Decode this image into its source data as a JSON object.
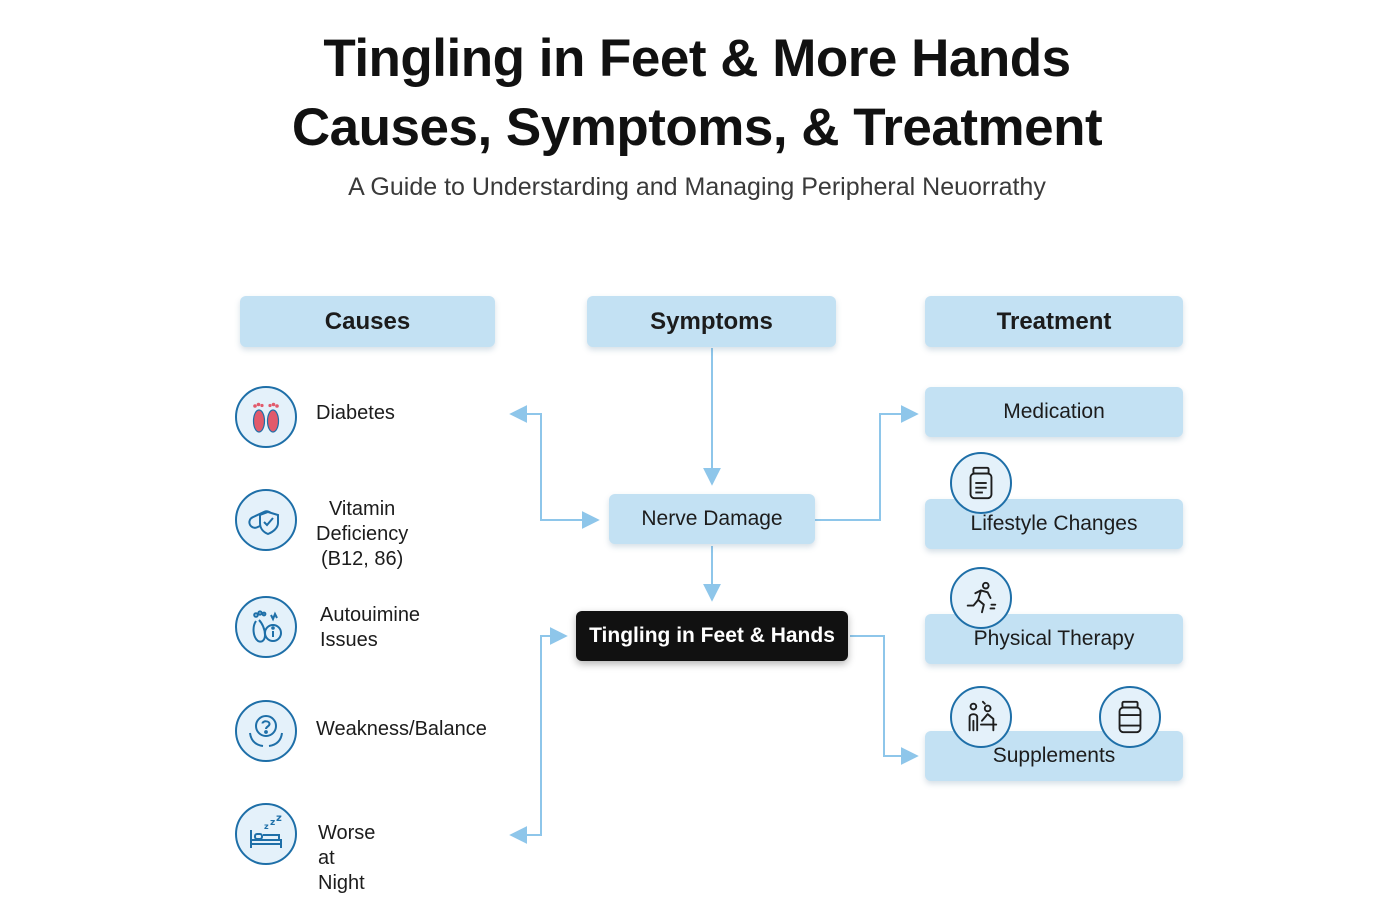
{
  "title": {
    "line1": "Tingling in Feet & More Hands",
    "line2": "Causes, Symptoms, & Treatment"
  },
  "subtitle": "A Guide to Understarding and Managing Peripheral Neuorrathy",
  "columns": {
    "causes": "Causes",
    "symptoms": "Symptoms",
    "treatment": "Treatment"
  },
  "causes": [
    {
      "label": "Diabetes",
      "icon": "feet-icon"
    },
    {
      "label_line1": "Vitamin Deficiency",
      "label_line2": "(B12, 86)",
      "icon": "pill-shield-icon"
    },
    {
      "label_line1": "Autouimine",
      "label_line2": "Issues",
      "icon": "foot-info-icon"
    },
    {
      "label": "Weakness/Balance",
      "icon": "question-hands-icon"
    },
    {
      "label": "Worse at Night",
      "icon": "sleep-bed-icon"
    }
  ],
  "symptoms": {
    "nerve_damage": "Nerve Damage",
    "tingling": "Tingling in Feet & Hands"
  },
  "treatment": [
    {
      "label": "Medication"
    },
    {
      "label": "Lifestyle Changes",
      "icon": "medicine-bottle-icon"
    },
    {
      "label": "Physical Therapy",
      "icon": "running-person-icon"
    },
    {
      "label": "Supplements",
      "icons": [
        "therapy-session-icon",
        "supplement-bottle-icon"
      ]
    }
  ],
  "colors": {
    "box_fill": "#c3e1f3",
    "icon_stroke": "#1e6fa8",
    "connector": "#8ec6ea",
    "dark_box": "#111111"
  }
}
